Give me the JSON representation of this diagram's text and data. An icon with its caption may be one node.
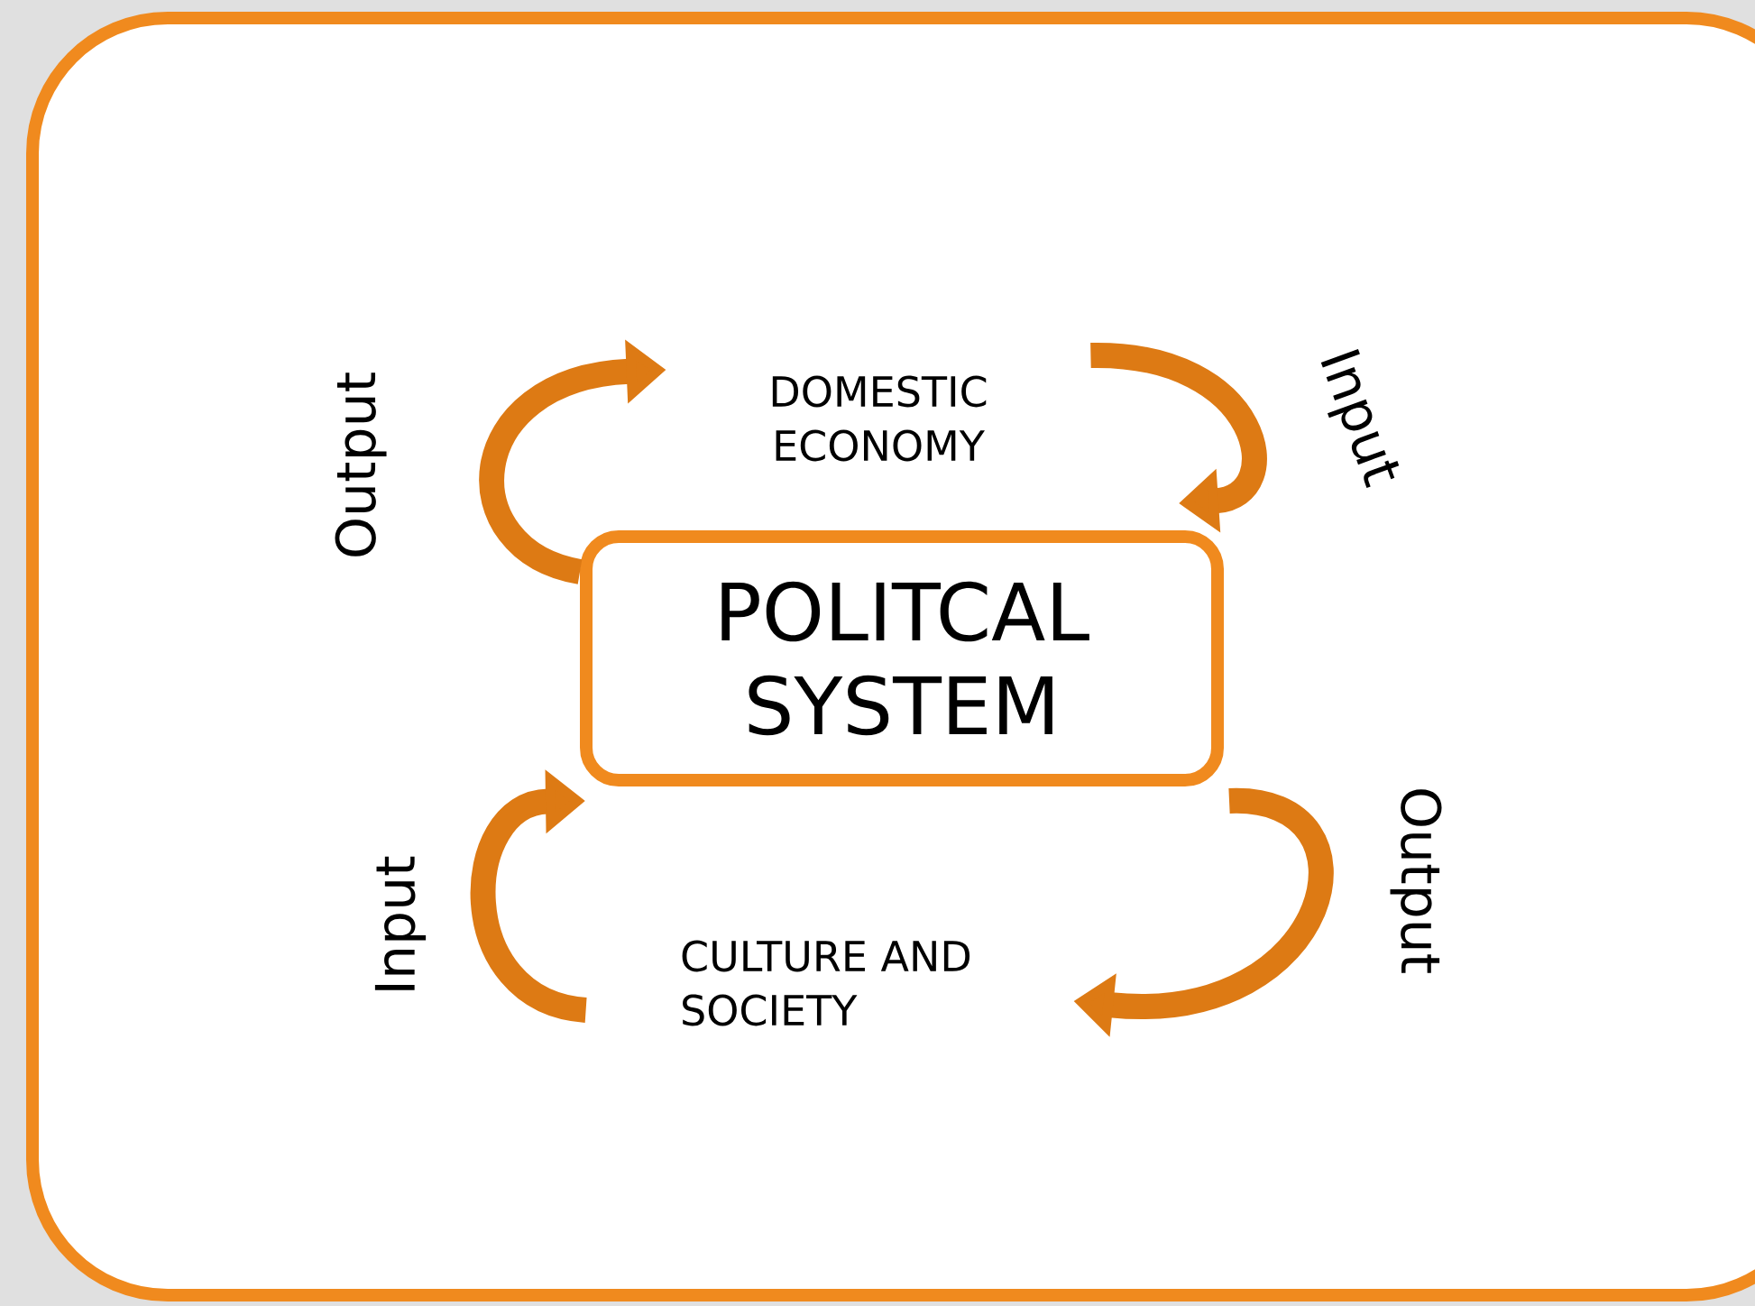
{
  "diagram": {
    "nodes": [
      {
        "text": [
          "POLITCAL SYSTEM"
        ]
      },
      {
        "text": [
          "DOMESTIC ECONOMY"
        ]
      },
      {
        "text": [
          "CULTURE AND SOCIETY"
        ]
      }
    ],
    "edges": [
      {
        "from": 0,
        "to": 1,
        "arrow": "to",
        "label": "Output"
      },
      {
        "from": 1,
        "to": 0,
        "arrow": "to",
        "label": "Input"
      },
      {
        "from": 2,
        "to": 0,
        "arrow": "to",
        "label": "Input"
      },
      {
        "from": 0,
        "to": 2,
        "arrow": "to",
        "label": "Output"
      }
    ]
  }
}
